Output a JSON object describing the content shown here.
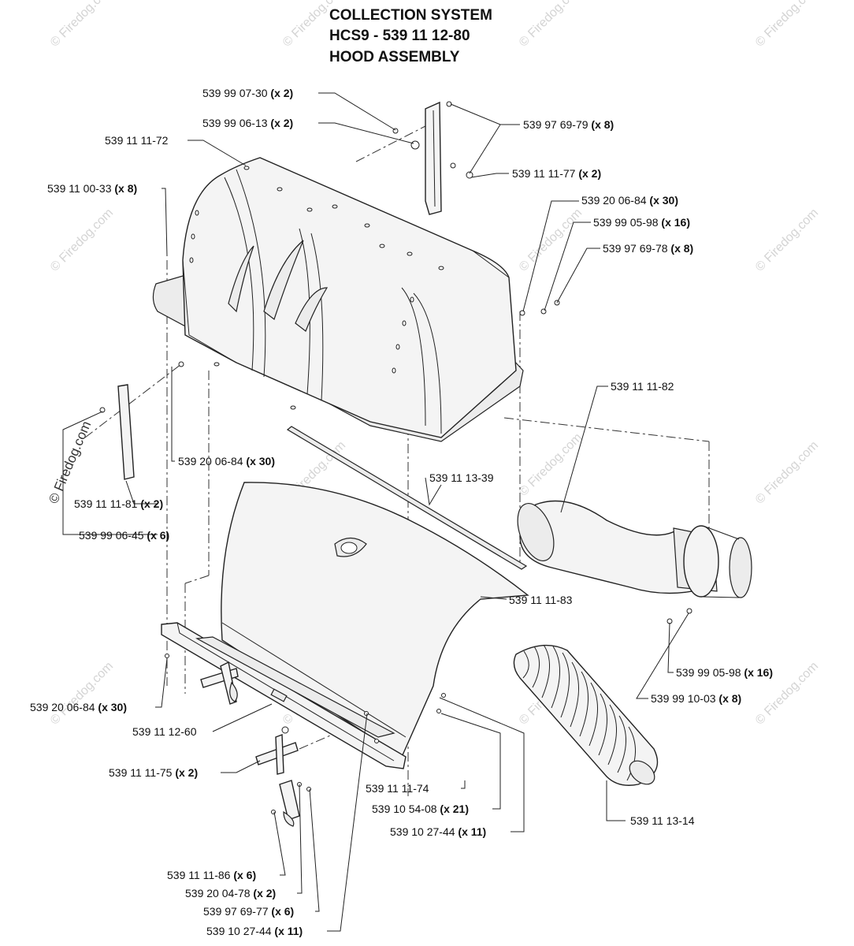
{
  "title": {
    "line1": "COLLECTION SYSTEM",
    "line2": "HCS9 - 539 11 12-80",
    "line3": "HOOD ASSEMBLY"
  },
  "watermark": "© Firedog.com",
  "callouts": [
    {
      "part": "539 99 07-30",
      "qty": "(x 2)"
    },
    {
      "part": "539 99 06-13",
      "qty": "(x 2)"
    },
    {
      "part": "539 97 69-79",
      "qty": "(x 8)"
    },
    {
      "part": "539 11 11-72",
      "qty": ""
    },
    {
      "part": "539 11 11-77",
      "qty": "(x 2)"
    },
    {
      "part": "539 11 00-33",
      "qty": "(x 8)"
    },
    {
      "part": "539 20 06-84",
      "qty": "(x 30)"
    },
    {
      "part": "539 99 05-98",
      "qty": "(x 16)"
    },
    {
      "part": "539 97 69-78",
      "qty": "(x 8)"
    },
    {
      "part": "539 11 11-82",
      "qty": ""
    },
    {
      "part": "539 20 06-84",
      "qty": "(x 30)"
    },
    {
      "part": "539 11 13-39",
      "qty": ""
    },
    {
      "part": "539 11 11-81",
      "qty": "(x 2)"
    },
    {
      "part": "539 99 06-45",
      "qty": "(x 6)"
    },
    {
      "part": "539 11 11-83",
      "qty": ""
    },
    {
      "part": "539 99 05-98",
      "qty": "(x 16)"
    },
    {
      "part": "539 20 06-84",
      "qty": "(x 30)"
    },
    {
      "part": "539 99 10-03",
      "qty": "(x 8)"
    },
    {
      "part": "539 11 12-60",
      "qty": ""
    },
    {
      "part": "539 11 11-75",
      "qty": "(x 2)"
    },
    {
      "part": "539 11 11-74",
      "qty": ""
    },
    {
      "part": "539 10 54-08",
      "qty": "(x 21)"
    },
    {
      "part": "539 10 27-44",
      "qty": "(x 11)"
    },
    {
      "part": "539 11 13-14",
      "qty": ""
    },
    {
      "part": "539 11 11-86",
      "qty": "(x 6)"
    },
    {
      "part": "539 20 04-78",
      "qty": "(x 2)"
    },
    {
      "part": "539 97 69-77",
      "qty": "(x 6)"
    },
    {
      "part": "539 10 27-44",
      "qty": "(x 11)"
    }
  ]
}
